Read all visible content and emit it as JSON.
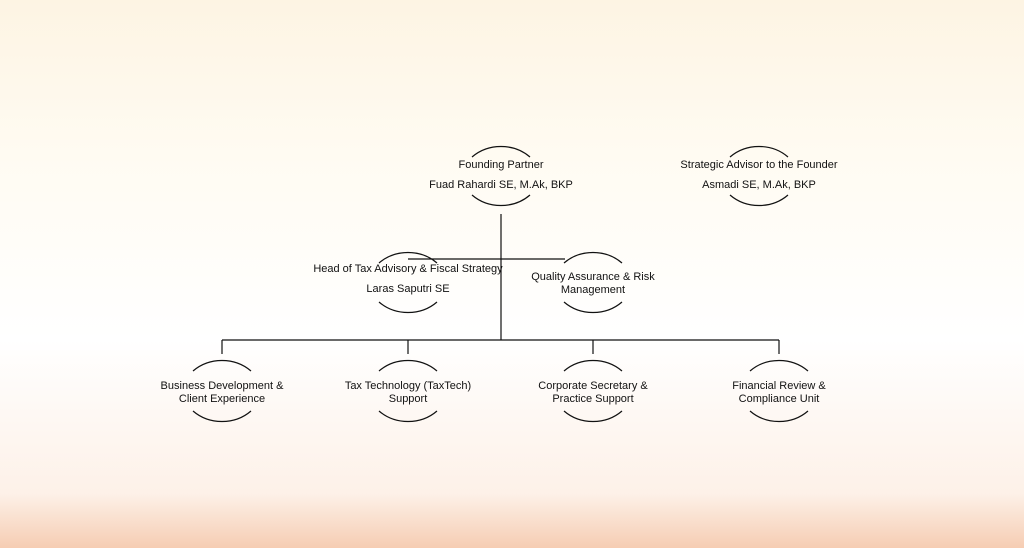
{
  "nodes": {
    "founding_partner": {
      "title": "Founding Partner",
      "name": "Fuad Rahardi SE, M.Ak, BKP"
    },
    "strategic_advisor": {
      "title": "Strategic Advisor to the Founder",
      "name": "Asmadi SE, M.Ak, BKP"
    },
    "head_tax_advisory": {
      "title": "Head of Tax Advisory & Fiscal Strategy",
      "name": "Laras Saputri SE"
    },
    "quality_assurance": {
      "title": "Quality Assurance & Risk Management"
    },
    "business_development": {
      "title": "Business Development & Client Experience"
    },
    "tax_technology": {
      "title": "Tax Technology (TaxTech) Support"
    },
    "corporate_secretary": {
      "title": "Corporate Secretary & Practice Support"
    },
    "financial_review": {
      "title": "Financial Review & Compliance Unit"
    }
  },
  "colors": {
    "line": "#111111",
    "text": "#111111"
  }
}
